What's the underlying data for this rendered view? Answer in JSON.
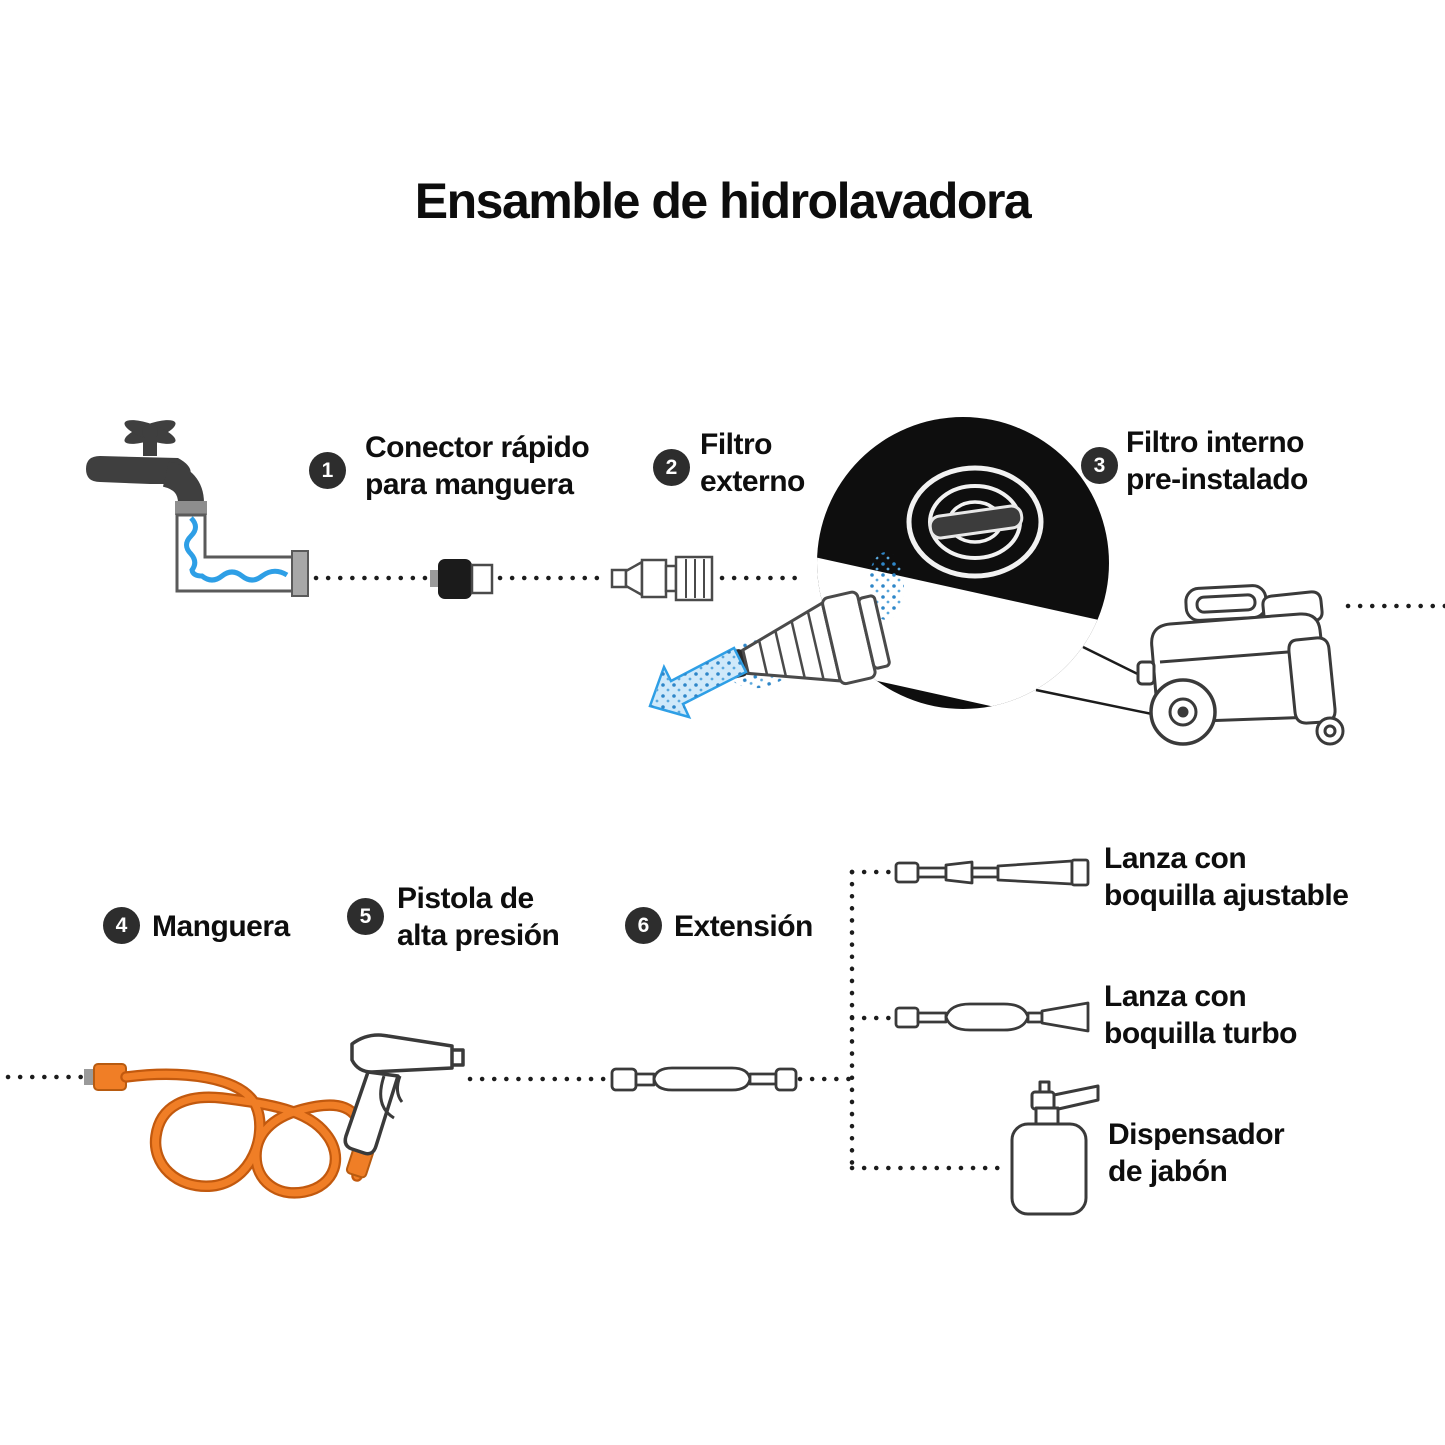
{
  "title": "Ensamble de hidrolavadora",
  "steps": [
    {
      "num": "1",
      "label": "Conector rápido\npara manguera"
    },
    {
      "num": "2",
      "label": "Filtro\nexterno"
    },
    {
      "num": "3",
      "label": "Filtro interno\npre-instalado"
    },
    {
      "num": "4",
      "label": "Manguera"
    },
    {
      "num": "5",
      "label": "Pistola de\nalta presión"
    },
    {
      "num": "6",
      "label": "Extensión"
    }
  ],
  "attachments": [
    {
      "label": "Lanza con\nboquilla ajustable"
    },
    {
      "label": "Lanza con\nboquilla turbo"
    },
    {
      "label": "Dispensador\nde jabón"
    }
  ],
  "icons": [
    "faucet-icon",
    "water-hose-icon",
    "quick-connector-icon",
    "external-filter-icon",
    "magnifier-circle-icon",
    "internal-filter-icon",
    "spray-arrow-icon",
    "pressure-washer-icon",
    "hose-icon",
    "spray-gun-icon",
    "extension-wand-icon",
    "adjustable-nozzle-lance-icon",
    "turbo-nozzle-lance-icon",
    "soap-dispenser-icon"
  ],
  "colors": {
    "hose_orange": "#f07e26",
    "water_blue": "#2e9fe6",
    "badge_bg": "#2d2d2d",
    "line_dark": "#3a3a3a"
  }
}
